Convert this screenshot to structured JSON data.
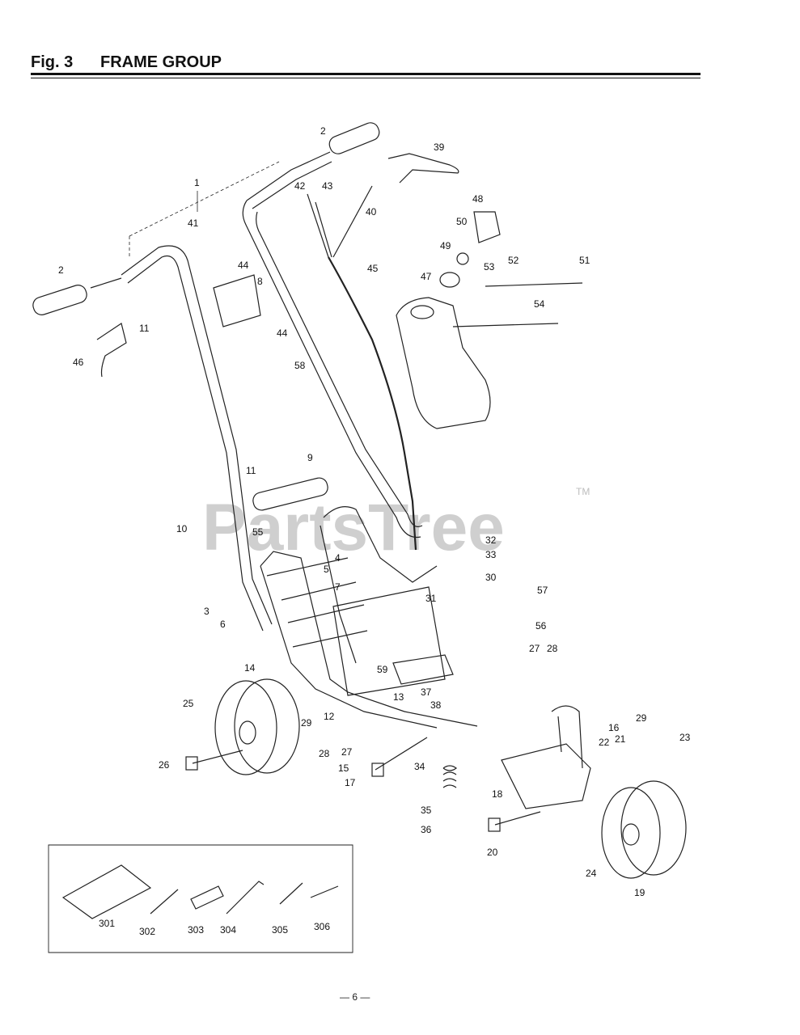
{
  "figure": {
    "number": "Fig. 3",
    "title": "FRAME GROUP"
  },
  "page_number": "— 6 —",
  "watermark": {
    "text": "PartsTree",
    "tm": "TM"
  },
  "callouts": {
    "c1": "1",
    "c2a": "2",
    "c2b": "2",
    "c3": "3",
    "c4": "4",
    "c5": "5",
    "c6": "6",
    "c7": "7",
    "c8": "8",
    "c9": "9",
    "c10": "10",
    "c11a": "11",
    "c11b": "11",
    "c12": "12",
    "c13": "13",
    "c14": "14",
    "c15": "15",
    "c16": "16",
    "c17": "17",
    "c18": "18",
    "c19": "19",
    "c20": "20",
    "c21": "21",
    "c22": "22",
    "c23": "23",
    "c24": "24",
    "c25": "25",
    "c26": "26",
    "c27a": "27",
    "c27b": "27",
    "c28a": "28",
    "c28b": "28",
    "c29a": "29",
    "c29b": "29",
    "c30": "30",
    "c31": "31",
    "c32": "32",
    "c33": "33",
    "c34": "34",
    "c35": "35",
    "c36": "36",
    "c37": "37",
    "c38": "38",
    "c39": "39",
    "c40": "40",
    "c41": "41",
    "c42": "42",
    "c43": "43",
    "c44a": "44",
    "c44b": "44",
    "c45": "45",
    "c46": "46",
    "c47": "47",
    "c48": "48",
    "c49": "49",
    "c50": "50",
    "c51": "51",
    "c52": "52",
    "c53": "53",
    "c54": "54",
    "c55": "55",
    "c56": "56",
    "c57": "57",
    "c58": "58",
    "c59": "59",
    "c301": "301",
    "c302": "302",
    "c303": "303",
    "c304": "304",
    "c305": "305",
    "c306": "306"
  }
}
